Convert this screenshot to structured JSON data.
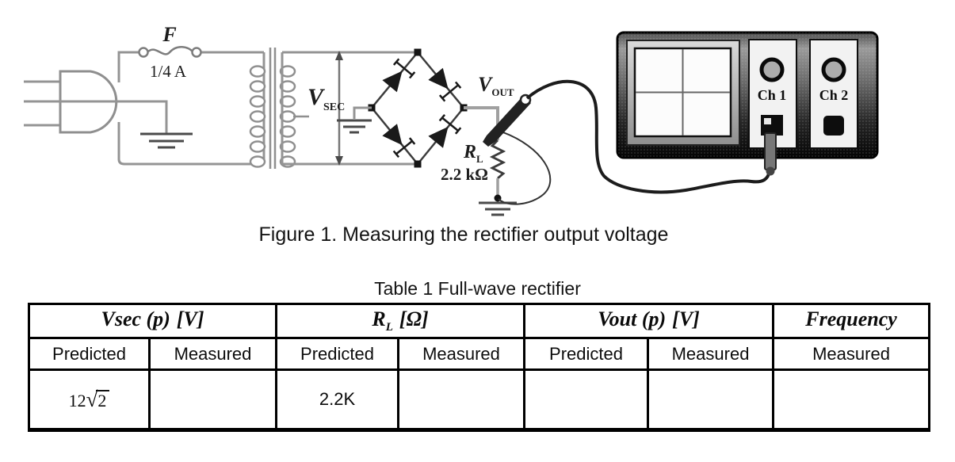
{
  "figure": {
    "caption": "Figure 1. Measuring the rectifier output voltage",
    "fuse": {
      "name": "F",
      "rating": "1/4 A"
    },
    "vsec": {
      "main": "V",
      "sub": "SEC"
    },
    "vout": {
      "main": "V",
      "sub": "OUT"
    },
    "load": {
      "main": "R",
      "sub": "L",
      "value": "2.2 kΩ"
    },
    "oscilloscope": {
      "ch1": "Ch 1",
      "ch2": "Ch 2"
    }
  },
  "table": {
    "title": "Table 1 Full-wave rectifier",
    "groups": [
      {
        "main": "Vsec (p)",
        "sub": "",
        "unit": "[V]"
      },
      {
        "main": "R",
        "sub": "L",
        "unit": "[Ω]"
      },
      {
        "main": "Vout (p)",
        "sub": "",
        "unit": "[V]"
      },
      {
        "main": "Frequency",
        "sub": "",
        "unit": ""
      }
    ],
    "subheaders": [
      "Predicted",
      "Measured",
      "Predicted",
      "Measured",
      "Predicted",
      "Measured",
      "Measured"
    ],
    "row": {
      "vsec_predicted": {
        "coef": "12",
        "radical": "√",
        "radicand": "2"
      },
      "vsec_measured": "",
      "rl_predicted": "2.2K",
      "rl_measured": "",
      "vout_predicted": "",
      "vout_measured": "",
      "frequency_measured": ""
    }
  }
}
